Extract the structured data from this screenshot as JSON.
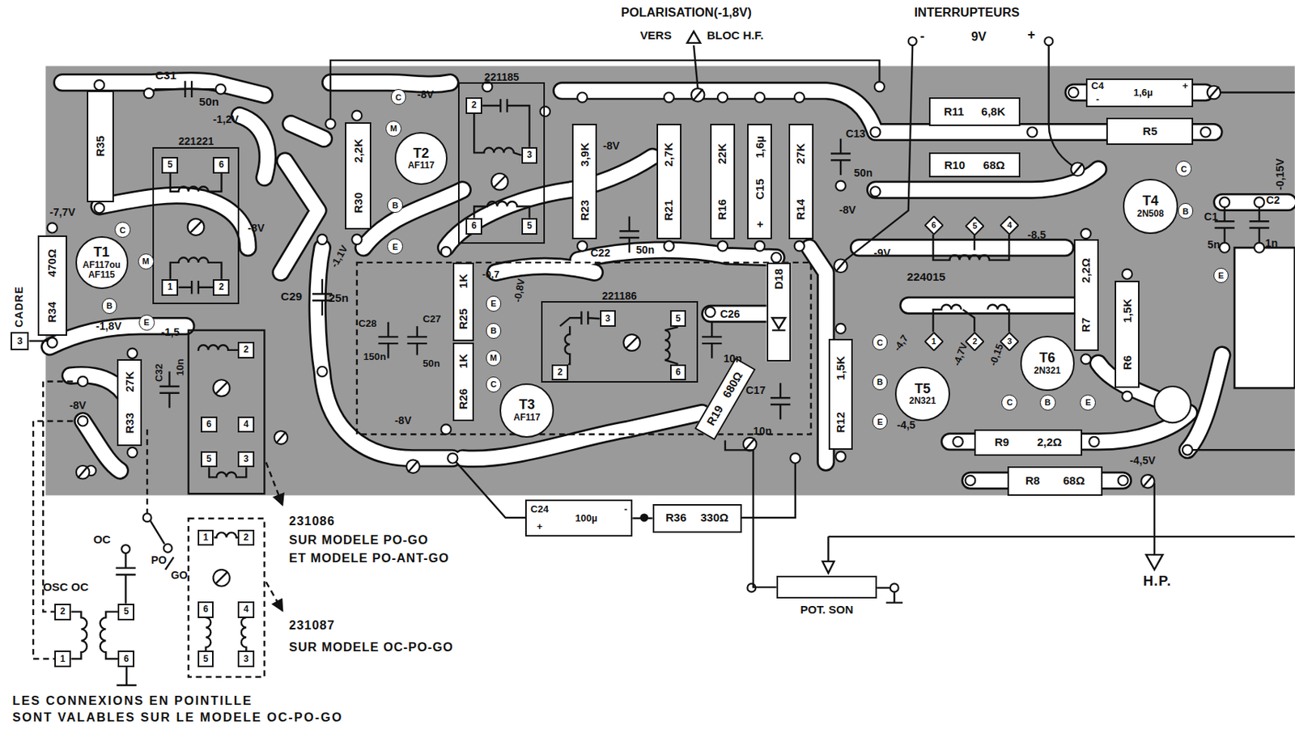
{
  "diagram": {
    "nodes": [
      {
        "text": [
          "R35"
        ]
      },
      {
        "text": [
          "221221"
        ]
      },
      {
        "text": [
          "5"
        ],
        "in": 1
      },
      {
        "text": [
          "6"
        ],
        "in": 1
      },
      {
        "text": [
          "1"
        ],
        "in": 1
      },
      {
        "text": [
          "2"
        ],
        "in": 1
      },
      {
        "text": [
          "R34",
          "470Ω"
        ]
      },
      {
        "text": [
          "T1",
          "AF117ou AF115"
        ]
      },
      {
        "text": [
          "C"
        ]
      },
      {
        "text": [
          "M"
        ]
      },
      {
        "text": [
          "B"
        ]
      },
      {
        "text": [
          "E"
        ]
      },
      {
        "text": [
          "CADRE",
          "3"
        ]
      },
      {
        "text": [
          "R33",
          "27K"
        ]
      },
      {
        "text": [
          "R30",
          "2,2K"
        ]
      },
      {
        "text": [
          "T2",
          "AF117"
        ]
      },
      {
        "text": [
          "C"
        ]
      },
      {
        "text": [
          "M"
        ]
      },
      {
        "text": [
          "B"
        ]
      },
      {
        "text": [
          "E"
        ]
      },
      {
        "text": [
          "221185"
        ]
      },
      {
        "text": [
          "2"
        ],
        "in": 20
      },
      {
        "text": [
          "3"
        ],
        "in": 20
      },
      {
        "text": [
          "6"
        ],
        "in": 20
      },
      {
        "text": [
          "5"
        ],
        "in": 20
      },
      {
        "text": [
          "R23",
          "3,9K"
        ]
      },
      {
        "text": [
          "R21",
          "2,7K"
        ]
      },
      {
        "text": [
          "R16",
          "22K"
        ]
      },
      {
        "text": [
          "+",
          "C15",
          "1,6µ"
        ]
      },
      {
        "text": [
          "R14",
          "27K"
        ]
      },
      {
        "text": [
          "C4",
          "-",
          "1,6µ",
          "+"
        ]
      },
      {
        "text": [
          "R11",
          "6,8K"
        ]
      },
      {
        "text": [
          "R5"
        ]
      },
      {
        "text": [
          "R10",
          "68Ω"
        ]
      },
      {
        "text": [
          "T4",
          "2N508"
        ]
      },
      {
        "text": [
          "C"
        ]
      },
      {
        "text": [
          "B"
        ]
      },
      {
        "text": [
          "E"
        ]
      },
      {
        "text": [
          "6"
        ]
      },
      {
        "text": [
          "5"
        ]
      },
      {
        "text": [
          "4"
        ]
      },
      {
        "text": [
          "R7",
          "2,2Ω"
        ]
      },
      {
        "text": [
          "R25",
          "1K"
        ]
      },
      {
        "text": [
          "E"
        ]
      },
      {
        "text": [
          "B"
        ]
      },
      {
        "text": [
          "221186"
        ]
      },
      {
        "text": [
          "3"
        ],
        "in": 45
      },
      {
        "text": [
          "5"
        ],
        "in": 45
      },
      {
        "text": [
          "2"
        ],
        "in": 45
      },
      {
        "text": [
          "6"
        ],
        "in": 45
      },
      {
        "text": [
          "D18"
        ]
      },
      {
        "text": [
          "R6",
          "1,5K"
        ]
      },
      {
        "text": [
          "1"
        ]
      },
      {
        "text": [
          "2"
        ]
      },
      {
        "text": [
          "3"
        ]
      },
      {
        "text": [
          "R26",
          "1K"
        ]
      },
      {
        "text": [
          "M"
        ]
      },
      {
        "text": [
          "C"
        ]
      },
      {
        "text": [
          "T3",
          "AF117"
        ]
      },
      {
        "text": [
          "R19",
          "680Ω"
        ]
      },
      {
        "text": [
          "R12",
          "1,5K"
        ]
      },
      {
        "text": [
          "C"
        ]
      },
      {
        "text": [
          "B"
        ]
      },
      {
        "text": [
          "E"
        ]
      },
      {
        "text": [
          "T5",
          "2N321"
        ]
      },
      {
        "text": [
          "T6",
          "2N321"
        ]
      },
      {
        "text": [
          "C"
        ]
      },
      {
        "text": [
          "B"
        ]
      },
      {
        "text": [
          "E"
        ]
      },
      {
        "text": [
          "2"
        ]
      },
      {
        "text": [
          "6"
        ]
      },
      {
        "text": [
          "4"
        ]
      },
      {
        "text": [
          "5"
        ]
      },
      {
        "text": [
          "3"
        ]
      },
      {
        "text": [
          "R9",
          "2,2Ω"
        ]
      },
      {
        "text": [
          "R8",
          "68Ω"
        ]
      },
      {
        "text": [
          "C24",
          "+",
          "100µ",
          "-"
        ]
      },
      {
        "text": [
          "R36",
          "330Ω"
        ]
      },
      {
        "text": [
          "POT. SON"
        ]
      },
      {
        "text": [
          "1"
        ]
      },
      {
        "text": [
          "2"
        ]
      },
      {
        "text": [
          "6"
        ]
      },
      {
        "text": [
          "4"
        ]
      },
      {
        "text": [
          "5"
        ]
      },
      {
        "text": [
          "3"
        ]
      },
      {
        "text": [
          "2"
        ]
      },
      {
        "text": [
          "5"
        ]
      },
      {
        "text": [
          "1"
        ]
      },
      {
        "text": [
          "6"
        ]
      }
    ],
    "edges": [
      {
        "from": 76,
        "to": 77,
        "arrow": "none"
      },
      {
        "from": 59,
        "to": 78,
        "arrow": "none"
      }
    ],
    "labels": [
      "POLARISATION(-1,8V)",
      "VERS",
      "BLOC H.F.",
      "INTERRUPTEURS",
      "-",
      "9V",
      "+",
      "C31",
      "50n",
      "-1,2V",
      "-8V",
      "-8V",
      "-8V",
      "-7,7V",
      "-1,8V",
      "-1,5",
      "C32",
      "10n",
      "-8V",
      "-1,1V",
      "C29",
      "25n",
      "C28",
      "150n",
      "C27",
      "50n",
      "-0,7",
      "-0,8V",
      "-8V",
      "C22",
      "50n",
      "C26",
      "10n",
      "C17",
      "10n",
      "C13",
      "50n",
      "-8V",
      "-9V",
      "-8,5",
      "224015",
      "-4,7",
      "-4,7V",
      "-0,15",
      "-4,5",
      "C1",
      "5n",
      "C2",
      "1n",
      "-0,15V",
      "-4,5V",
      "H.P.",
      "231086",
      "SUR MODELE PO-GO",
      "ET MODELE PO-ANT-GO",
      "231087",
      "SUR MODELE OC-PO-GO",
      "OC",
      "OSC OC",
      "PO",
      "GO",
      "LES CONNEXIONS EN POINTILLE",
      "SONT VALABLES SUR LE MODELE OC-PO-GO"
    ]
  }
}
